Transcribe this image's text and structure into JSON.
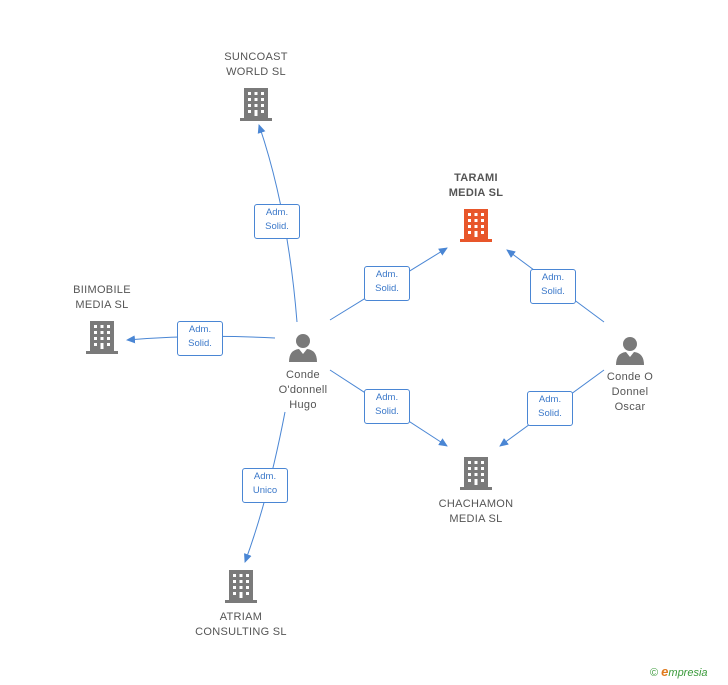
{
  "nodes": {
    "suncoast": "SUNCOAST\nWORLD SL",
    "tarami": "TARAMI\nMEDIA SL",
    "biimobile": "BIIMOBILE\nMEDIA SL",
    "chachamon": "CHACHAMON\nMEDIA SL",
    "atriam": "ATRIAM\nCONSULTING SL",
    "conde_hugo": "Conde\nO'donnell\nHugo",
    "conde_oscar": "Conde O\nDonnel\nOscar"
  },
  "edges": {
    "hugo_suncoast": "Adm.\nSolid.",
    "hugo_biimobile": "Adm.\nSolid.",
    "hugo_tarami": "Adm.\nSolid.",
    "hugo_chachamon": "Adm.\nSolid.",
    "hugo_atriam": "Adm.\nUnico",
    "oscar_tarami": "Adm.\nSolid.",
    "oscar_chachamon": "Adm.\nSolid."
  },
  "colors": {
    "company": "#7a7a7a",
    "company_highlight": "#e8562a",
    "person": "#7a7a7a",
    "edge": "#4a86d4"
  },
  "brand": {
    "copyright": "©",
    "initial": "e",
    "rest": "mpresia"
  }
}
